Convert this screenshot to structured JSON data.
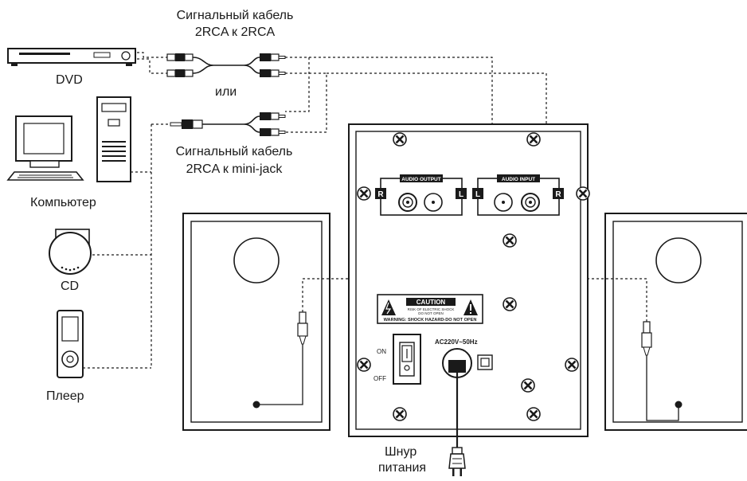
{
  "labels": {
    "cable_rca": [
      "Сигнальный кабель",
      "2RCA к 2RCA"
    ],
    "or": "или",
    "cable_minijack": [
      "Сигнальный  кабель",
      "2RCA к mini-jack"
    ],
    "dvd": "DVD",
    "computer": "Компьютер",
    "cd": "CD",
    "player": "Плеер",
    "power_cord": [
      "Шнур",
      "питания"
    ]
  },
  "panel": {
    "audio_output": "AUDIO OUTPUT",
    "audio_input": "AUDIO INPUT",
    "right_marker": "R",
    "left_marker": "L",
    "caution_title": "CAUTION",
    "caution_line1": "RISK OF ELECTRIC SHOCK",
    "caution_line2": "DO NOT OPEN",
    "caution_warning": "WARNING: SHOCK HAZARD-DO NOT OPEN",
    "switch_on": "ON",
    "switch_off": "OFF",
    "power_rating": "AC220V~50Hz"
  }
}
